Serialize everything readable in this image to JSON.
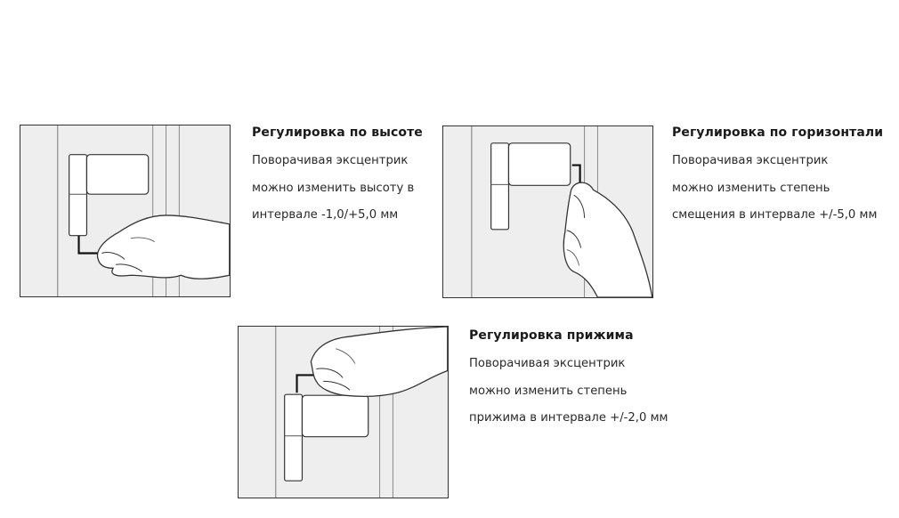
{
  "sections": [
    {
      "title": "Регулировка по высоте",
      "lines": [
        "Поворачивая эксцентрик",
        "можно изменить высоту в",
        "интервале -1,0/+5,0 мм"
      ]
    },
    {
      "title": "Регулировка по горизонтали",
      "lines": [
        "Поворачивая эксцентрик",
        "можно изменить степень",
        "смещения в интервале +/-5,0 мм"
      ]
    },
    {
      "title": "Регулировка прижима",
      "lines": [
        "Поворачивая эксцентрик",
        "можно изменить степень",
        "прижима в интервале +/-2,0 мм"
      ]
    }
  ],
  "colors": {
    "outline": "#333333",
    "panel_fill": "#eeeeee",
    "hinge_fill": "#ffffff"
  },
  "icons": [
    "hex-key-icon",
    "hand-icon",
    "door-hinge-icon"
  ]
}
